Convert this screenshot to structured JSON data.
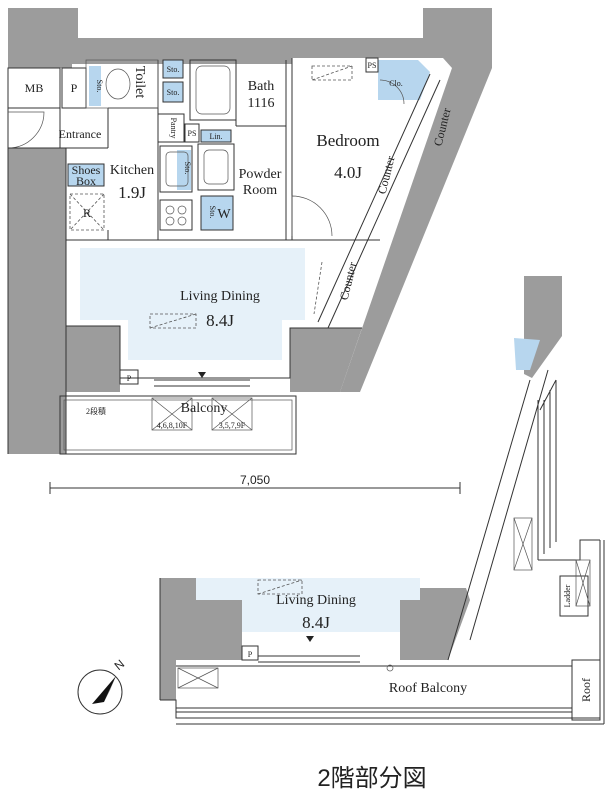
{
  "rooms": {
    "mb": "MB",
    "p1": "P",
    "sto1": "Sto.",
    "toilet": "Toilet",
    "sto2": "Sto.",
    "sto3": "Sto.",
    "bath_title": "Bath",
    "bath_size": "1116",
    "ps1": "PS",
    "clo": "Clo.",
    "entrance": "Entrance",
    "pantry": "Pantry",
    "ps2": "PS",
    "lin": "Lin.",
    "bedroom_title": "Bedroom",
    "bedroom_size": "4.0J",
    "kitchen_title": "Kitchen",
    "kitchen_size": "1.9J",
    "sto4": "Sto.",
    "powder_title": "Powder",
    "powder_title2": "Room",
    "shoes_title": "Shoes",
    "shoes_title2": "Box",
    "r": "R",
    "sto5": "Sto.",
    "w": "W",
    "counter1": "Counter",
    "counter2": "Counter",
    "counter3": "Counter",
    "living_title": "Living Dining",
    "living_size": "8.4J",
    "p2": "P",
    "balcony": "Balcony",
    "nidan": "2段積",
    "floors_a": "4,6,8,10F",
    "floors_b": "3,5,7,9F"
  },
  "dimension": "7,050",
  "floor2": {
    "living_title": "Living Dining",
    "living_size": "8.4J",
    "p": "P",
    "roof_balcony": "Roof Balcony",
    "ladder": "Ladder",
    "roof": "Roof"
  },
  "compass_letter": "N",
  "caption": "2階部分図",
  "colors": {
    "wall": "#9c9c9c",
    "room_tint": "#e6f1f9",
    "storage_tint": "#b7d6ee"
  }
}
